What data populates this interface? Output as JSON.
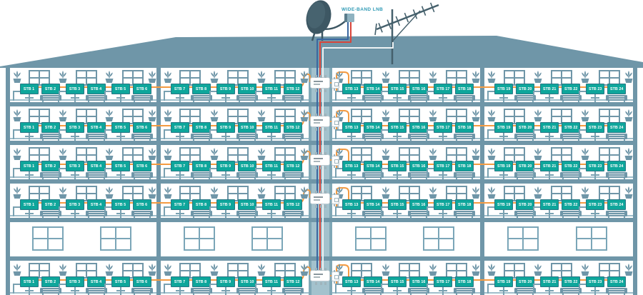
{
  "rooftop": {
    "lnb_label": "WIDE-BAND LNB",
    "icons": [
      "satellite-dish",
      "wide-band-lnb",
      "terrestrial-antenna"
    ]
  },
  "colors": {
    "structure": "#6f96a8",
    "shaft": "#7fa7b6",
    "shaft_inner": "#a3c2cd",
    "furniture": "#79a1b1",
    "floor_line": "#9fbecb",
    "screen": "#0ea69b",
    "screen_border": "#2a7785",
    "cable_orange": "#f49b42",
    "cable_red": "#d9453a",
    "cable_blue": "#3a67a0",
    "cable_terrestrial": "#eef3f4",
    "device_dark": "#3d5763",
    "antenna": "#45606c",
    "label_teal": "#2f9ab5",
    "multiswitch_body": "#ffffff",
    "port_gray": "#9fb4bc"
  },
  "floors": [
    {
      "name": "floor-1",
      "type": "apartments",
      "has_multiswitch": true,
      "sections": [
        {
          "stbs": [
            "STB 1",
            "STB 2",
            "STB 3",
            "STB 4",
            "STB 5",
            "STB 6"
          ]
        },
        {
          "stbs": [
            "STB 7",
            "STB 8",
            "STB 9",
            "STB 10",
            "STB 11",
            "STB 12"
          ]
        },
        {
          "stbs": [
            "STB 13",
            "STB 14",
            "STB 15",
            "STB 16",
            "STB 17",
            "STB 18"
          ]
        },
        {
          "stbs": [
            "STB 19",
            "STB 20",
            "STB 21",
            "STB 22",
            "STB 23",
            "STB 24"
          ]
        }
      ]
    },
    {
      "name": "floor-2",
      "type": "apartments",
      "has_multiswitch": true,
      "sections": [
        {
          "stbs": [
            "STB 1",
            "STB 2",
            "STB 3",
            "STB 4",
            "STB 5",
            "STB 6"
          ]
        },
        {
          "stbs": [
            "STB 7",
            "STB 8",
            "STB 9",
            "STB 10",
            "STB 11",
            "STB 12"
          ]
        },
        {
          "stbs": [
            "STB 13",
            "STB 14",
            "STB 15",
            "STB 16",
            "STB 17",
            "STB 18"
          ]
        },
        {
          "stbs": [
            "STB 19",
            "STB 20",
            "STB 21",
            "STB 22",
            "STB 23",
            "STB 24"
          ]
        }
      ]
    },
    {
      "name": "floor-3",
      "type": "apartments",
      "has_multiswitch": true,
      "sections": [
        {
          "stbs": [
            "STB 1",
            "STB 2",
            "STB 3",
            "STB 4",
            "STB 5",
            "STB 6"
          ]
        },
        {
          "stbs": [
            "STB 7",
            "STB 8",
            "STB 9",
            "STB 10",
            "STB 11",
            "STB 12"
          ]
        },
        {
          "stbs": [
            "STB 13",
            "STB 14",
            "STB 15",
            "STB 16",
            "STB 17",
            "STB 18"
          ]
        },
        {
          "stbs": [
            "STB 19",
            "STB 20",
            "STB 21",
            "STB 22",
            "STB 23",
            "STB 24"
          ]
        }
      ]
    },
    {
      "name": "floor-4",
      "type": "apartments",
      "has_multiswitch": true,
      "sections": [
        {
          "stbs": [
            "STB 1",
            "STB 2",
            "STB 3",
            "STB 4",
            "STB 5",
            "STB 6"
          ]
        },
        {
          "stbs": [
            "STB 7",
            "STB 8",
            "STB 9",
            "STB 10",
            "STB 11",
            "STB 12"
          ]
        },
        {
          "stbs": [
            "STB 13",
            "STB 14",
            "STB 15",
            "STB 16",
            "STB 17",
            "STB 18"
          ]
        },
        {
          "stbs": [
            "STB 19",
            "STB 20",
            "STB 21",
            "STB 22",
            "STB 23",
            "STB 24"
          ]
        }
      ]
    },
    {
      "name": "floor-5",
      "type": "empty",
      "has_multiswitch": false,
      "sections": []
    },
    {
      "name": "ground-floor",
      "type": "apartments",
      "has_multiswitch": true,
      "sections": [
        {
          "stbs": [
            "STB 1",
            "STB 2",
            "STB 3",
            "STB 4",
            "STB 5",
            "STB 6"
          ]
        },
        {
          "stbs": [
            "STB 7",
            "STB 8",
            "STB 9",
            "STB 10",
            "STB 11",
            "STB 12"
          ]
        },
        {
          "stbs": [
            "STB 13",
            "STB 14",
            "STB 15",
            "STB 16",
            "STB 17",
            "STB 18"
          ]
        },
        {
          "stbs": [
            "STB 19",
            "STB 20",
            "STB 21",
            "STB 22",
            "STB 23",
            "STB 24"
          ]
        }
      ]
    }
  ]
}
